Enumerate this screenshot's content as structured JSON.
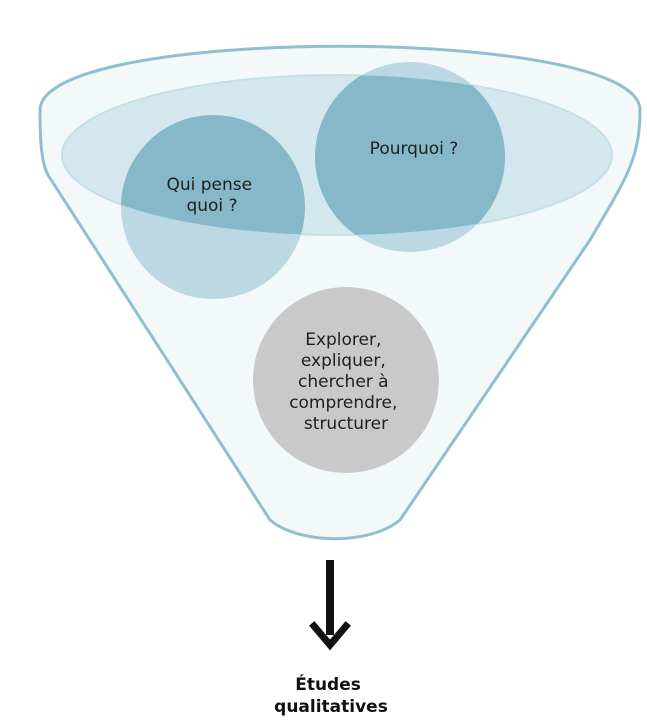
{
  "funnel": {
    "circles": [
      {
        "id": "qui-pense-quoi",
        "lines": [
          "Qui pense",
          "quoi ?"
        ]
      },
      {
        "id": "pourquoi",
        "lines": [
          "Pourquoi ?"
        ]
      },
      {
        "id": "explorer",
        "lines": [
          "Explorer,",
          "expliquer,",
          "chercher à",
          "comprendre,",
          "structurer"
        ]
      }
    ]
  },
  "output": {
    "lines": [
      "Études",
      "qualitatives"
    ]
  },
  "colors": {
    "funnel_fill": "#f3f8fa",
    "funnel_stroke": "#8fbfd0",
    "rim_fill": "#d4e7ee",
    "blue_circle": "#a6ccd9",
    "blue_circle_dark": "#7fb3c6",
    "gray_circle": "#c9c9c9",
    "arrow": "#111111"
  }
}
